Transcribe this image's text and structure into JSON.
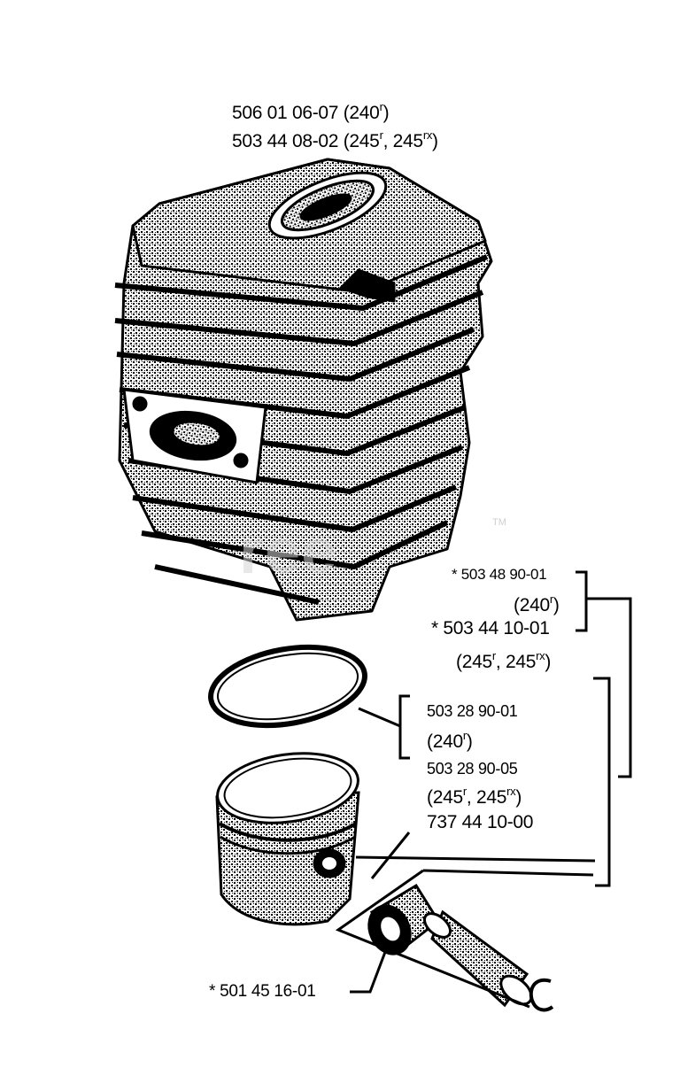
{
  "watermark": {
    "text": "ree",
    "trademark": "TM"
  },
  "labels": {
    "cylinder_240": {
      "star": "",
      "code": "506 01 06-07",
      "open": " (240",
      "sup1": "r",
      "close": ")"
    },
    "cylinder_245": {
      "code": "503 44 08-02",
      "open": " (245",
      "sup1": "r",
      "mid": ", 245",
      "sup2": "rx",
      "close": ")"
    },
    "kit_240_code": {
      "star": "*",
      "code": "503 48 90-01"
    },
    "kit_240_model": {
      "open": "(240",
      "sup1": "r",
      "close": ")"
    },
    "kit_245_code": {
      "star": "*",
      "code": "503 44 10-01"
    },
    "kit_245_model": {
      "open": "(245",
      "sup1": "r",
      "mid": ", 245",
      "sup2": "rx",
      "close": ")"
    },
    "piston_240_code": {
      "code": "503 28 90-01"
    },
    "piston_240_model": {
      "open": "(240",
      "sup1": "r",
      "close": ")"
    },
    "piston_245_code": {
      "code": "503 28 90-05"
    },
    "piston_245_model": {
      "open": "(245",
      "sup1": "r",
      "mid": ", 245",
      "sup2": "rx",
      "close": ")"
    },
    "ring_code": {
      "code": "737 44 10-00"
    },
    "bearing_code": {
      "star": "*",
      "code": "501 45 16-01"
    },
    "circlip_glyph": "C"
  },
  "colors": {
    "ink": "#000000",
    "stipple": "#8a8a8a",
    "paper": "#ffffff",
    "watermark": "#d6d6d6"
  }
}
